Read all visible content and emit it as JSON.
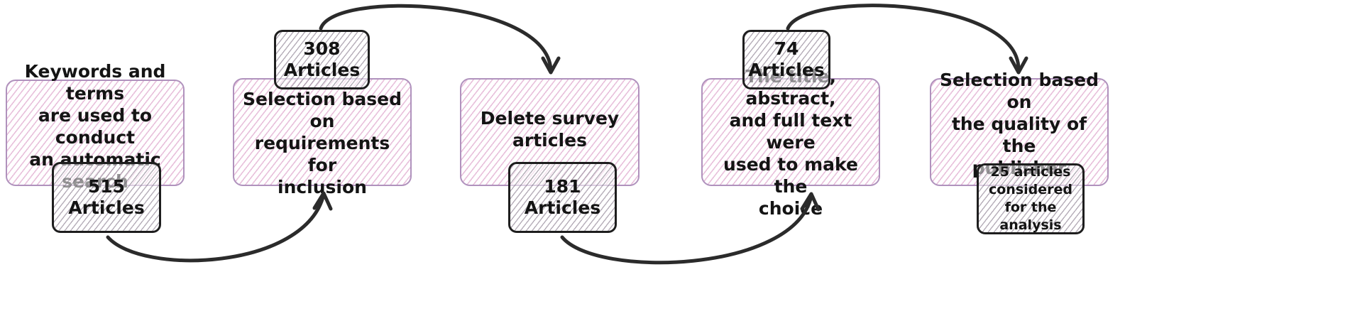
{
  "stages": [
    {
      "text": "Keywords and terms\nare used to conduct\nan automatic search"
    },
    {
      "text": "Selection based on\nrequirements for\ninclusion"
    },
    {
      "text": "Delete survey articles"
    },
    {
      "text": "The title, abstract,\nand full text were\nused to make the\nchoice"
    },
    {
      "text": "Selection based on\nthe quality of the\npublisher"
    }
  ],
  "counts": [
    {
      "text": "515\nArticles"
    },
    {
      "text": "308\nArticles"
    },
    {
      "text": "181\nArticles"
    },
    {
      "text": "74\nArticles"
    },
    {
      "text": "25 articles\nconsidered\nfor the\nanalysis"
    }
  ],
  "colors": {
    "stage_border": "#b092bd",
    "stage_hatch": "#d68cbe",
    "count_border": "#1e1e1e",
    "arrow": "#2b2b2b"
  }
}
